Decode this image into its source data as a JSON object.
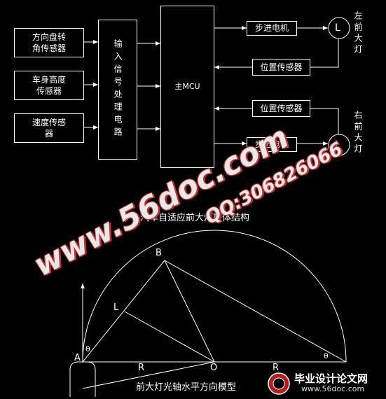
{
  "block_diagram": {
    "inputs": [
      "方向盘转\n角传感器",
      "车身高度\n传感器",
      "速度传感\n器"
    ],
    "signal_processor": "输入信号处理电路",
    "mcu": "主MCU",
    "left_stepper": "步进电机",
    "left_sensor": "位置传感器",
    "right_sensor": "位置传感器",
    "right_stepper": "步进电机",
    "lamp_symbol": "L",
    "left_lamp_label": "左前大灯",
    "right_lamp_label": "右前大灯",
    "caption": "汽车自适应前大灯整体结构"
  },
  "geometry_model": {
    "point_labels": [
      "A",
      "B",
      "L",
      "O"
    ],
    "angle_symbol": "θ",
    "radius_label": "R",
    "caption": "前大灯光轴水平方向模型"
  },
  "watermark": {
    "site": "www.56doc.com",
    "qq": "QQ:306826066",
    "logo_text": "毕业设计论文网",
    "logo_url": "www.56doc.com"
  },
  "colors": {
    "background": "#000000",
    "lines": "#ffffff",
    "watermark_fill": "#e8e8e8",
    "watermark_outline": "#c03030"
  }
}
